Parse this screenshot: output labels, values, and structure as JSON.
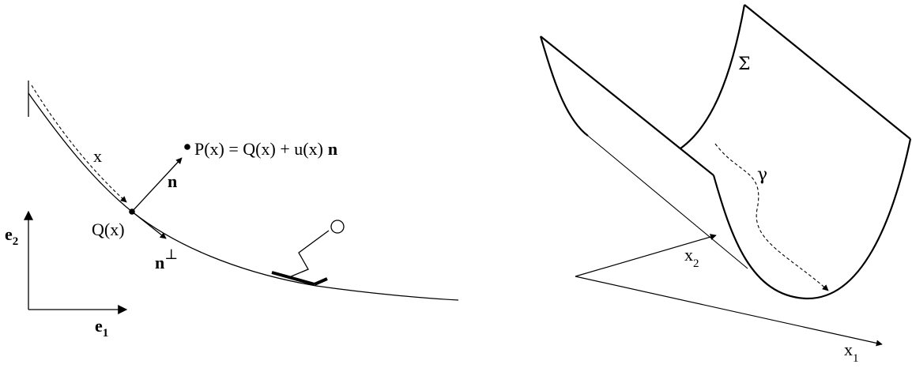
{
  "left_panel": {
    "labels": {
      "x": "x",
      "Q": "Q(x)",
      "P_prefix": "P(x) = Q(x) + u(x)",
      "P_n": "n",
      "n": "n",
      "n_perp": "n",
      "perp": "⊥",
      "e1": "e",
      "e1_sub": "1",
      "e2": "e",
      "e2_sub": "2"
    }
  },
  "right_panel": {
    "labels": {
      "Sigma": "Σ",
      "gamma": "γ",
      "x1": "x",
      "x1_sub": "1",
      "x2": "x",
      "x2_sub": "2"
    }
  }
}
